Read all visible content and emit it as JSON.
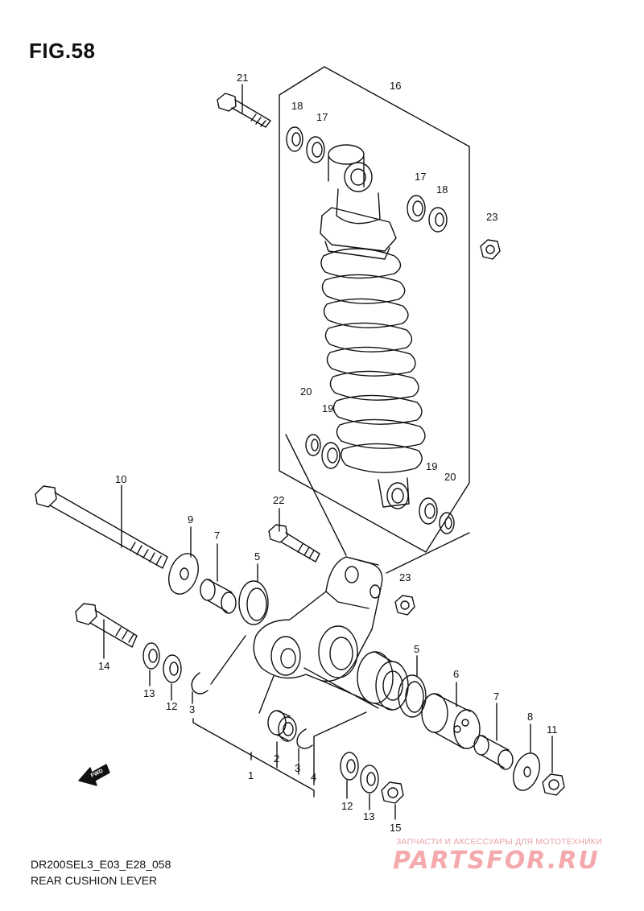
{
  "figure": {
    "title": "FIG.58",
    "model_code": "DR200SEL3_E03_E28_058",
    "caption": "REAR CUSHION LEVER"
  },
  "fwd_label": "FWD",
  "watermark": {
    "tagline": "ЗАПЧАСТИ И АКСЕССУАРЫ ДЛЯ МОТОТЕХНИКИ",
    "logo_text": "PARTSFOR.RU"
  },
  "callouts": [
    {
      "id": "c21a",
      "label": "21"
    },
    {
      "id": "c16",
      "label": "16"
    },
    {
      "id": "c18a",
      "label": "18"
    },
    {
      "id": "c17a",
      "label": "17"
    },
    {
      "id": "c17b",
      "label": "17"
    },
    {
      "id": "c18b",
      "label": "18"
    },
    {
      "id": "c23a",
      "label": "23"
    },
    {
      "id": "c20a",
      "label": "20"
    },
    {
      "id": "c19a",
      "label": "19"
    },
    {
      "id": "c19b",
      "label": "19"
    },
    {
      "id": "c20b",
      "label": "20"
    },
    {
      "id": "c10",
      "label": "10"
    },
    {
      "id": "c22",
      "label": "22"
    },
    {
      "id": "c9",
      "label": "9"
    },
    {
      "id": "c7a",
      "label": "7"
    },
    {
      "id": "c5a",
      "label": "5"
    },
    {
      "id": "c23b",
      "label": "23"
    },
    {
      "id": "c14",
      "label": "14"
    },
    {
      "id": "c13a",
      "label": "13"
    },
    {
      "id": "c12a",
      "label": "12"
    },
    {
      "id": "c3a",
      "label": "3"
    },
    {
      "id": "c5b",
      "label": "5"
    },
    {
      "id": "c6",
      "label": "6"
    },
    {
      "id": "c7b",
      "label": "7"
    },
    {
      "id": "c8",
      "label": "8"
    },
    {
      "id": "c11",
      "label": "11"
    },
    {
      "id": "c2",
      "label": "2"
    },
    {
      "id": "c3b",
      "label": "3"
    },
    {
      "id": "c1",
      "label": "1"
    },
    {
      "id": "c4",
      "label": "4"
    },
    {
      "id": "c12b",
      "label": "12"
    },
    {
      "id": "c13b",
      "label": "13"
    },
    {
      "id": "c15",
      "label": "15"
    }
  ]
}
